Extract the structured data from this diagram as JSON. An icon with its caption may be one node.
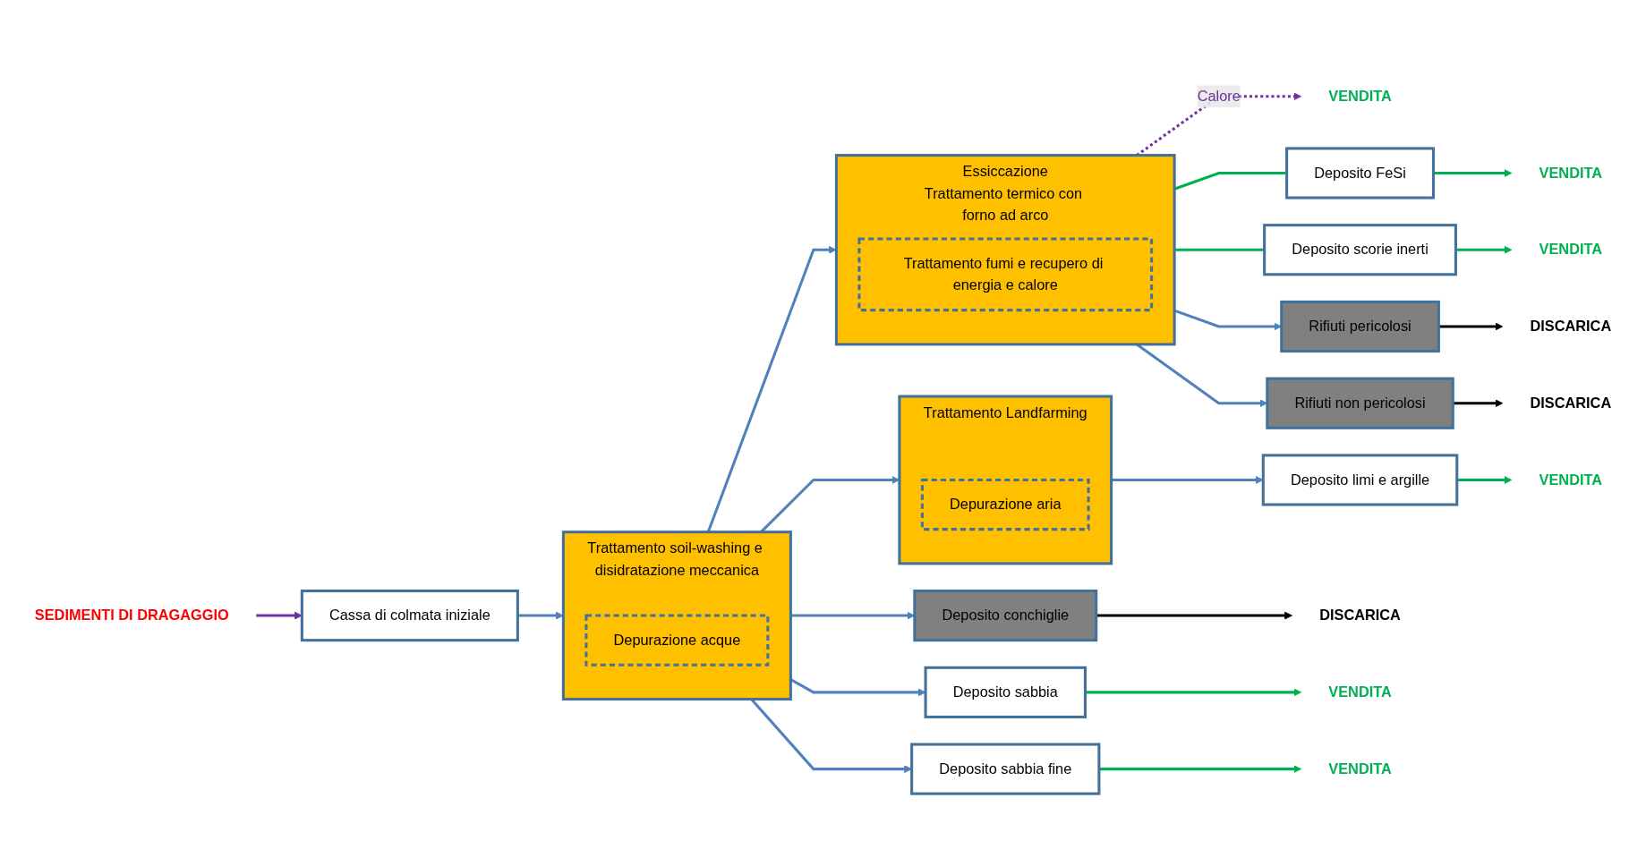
{
  "diagram": {
    "nodes": [
      {
        "text": [
          "SEDIMENTI DI DRAGAGGIO"
        ]
      },
      {
        "text": [
          "Cassa di colmata iniziale"
        ]
      },
      {
        "text": [
          "Trattamento soil-washing e disidratazione meccanica"
        ]
      },
      {
        "text": [
          "Depurazione acque"
        ],
        "in": 2
      },
      {
        "text": [
          "Trattamento Landfarming"
        ]
      },
      {
        "text": [
          "Depurazione aria"
        ],
        "in": 4
      },
      {
        "text": [
          "Essiccazione",
          "Trattamento termico con forno ad arco"
        ]
      },
      {
        "text": [
          "Trattamento fumi e recupero di energia e calore"
        ],
        "in": 6
      },
      {
        "text": [
          "VENDITA"
        ]
      },
      {
        "text": [
          "Deposito conchiglie"
        ]
      },
      {
        "text": [
          "Deposito sabbia"
        ]
      },
      {
        "text": [
          "Deposito sabbia fine"
        ]
      },
      {
        "text": [
          "Deposito limi e argille"
        ]
      },
      {
        "text": [
          "Deposito FeSi"
        ]
      },
      {
        "text": [
          "Deposito scorie inerti"
        ]
      },
      {
        "text": [
          "Rifiuti pericolosi"
        ]
      },
      {
        "text": [
          "Rifiuti non pericolosi"
        ]
      },
      {
        "text": [
          "DISCARICA"
        ]
      },
      {
        "text": [
          "VENDITA"
        ]
      },
      {
        "text": [
          "VENDITA"
        ]
      },
      {
        "text": [
          "VENDITA"
        ]
      },
      {
        "text": [
          "VENDITA"
        ]
      },
      {
        "text": [
          "VENDITA"
        ]
      },
      {
        "text": [
          "DISCARICA"
        ]
      },
      {
        "text": [
          "DISCARICA"
        ]
      }
    ],
    "edges": [
      {
        "from": 0,
        "to": 1,
        "arrow": "to",
        "color": "#7030a0"
      },
      {
        "from": 1,
        "to": 2,
        "arrow": "to"
      },
      {
        "from": 2,
        "to": 6,
        "arrow": "to"
      },
      {
        "from": 2,
        "to": 4,
        "arrow": "to"
      },
      {
        "from": 6,
        "to": 8,
        "arrow": "to",
        "label": "Calore",
        "style": "dashed",
        "color": "#7030a0"
      },
      {
        "from": 2,
        "to": 9,
        "arrow": "to"
      },
      {
        "from": 2,
        "to": 10,
        "arrow": "to"
      },
      {
        "from": 2,
        "to": 11,
        "arrow": "to"
      },
      {
        "from": 4,
        "to": 12,
        "arrow": "to"
      },
      {
        "from": 6,
        "to": 13,
        "arrow": "none",
        "color": "#00b050"
      },
      {
        "from": 6,
        "to": 14,
        "arrow": "none",
        "color": "#00b050"
      },
      {
        "from": 6,
        "to": 15,
        "arrow": "to"
      },
      {
        "from": 6,
        "to": 16,
        "arrow": "to"
      },
      {
        "from": 9,
        "to": 17,
        "arrow": "to",
        "color": "#000000"
      },
      {
        "from": 10,
        "to": 18,
        "arrow": "to",
        "color": "#00b050"
      },
      {
        "from": 11,
        "to": 19,
        "arrow": "to",
        "color": "#00b050"
      },
      {
        "from": 12,
        "to": 20,
        "arrow": "to",
        "color": "#00b050"
      },
      {
        "from": 13,
        "to": 21,
        "arrow": "to",
        "color": "#00b050"
      },
      {
        "from": 14,
        "to": 22,
        "arrow": "to",
        "color": "#00b050"
      },
      {
        "from": 15,
        "to": 23,
        "arrow": "to",
        "color": "#000000"
      },
      {
        "from": 16,
        "to": 24,
        "arrow": "to",
        "color": "#000000"
      }
    ]
  }
}
